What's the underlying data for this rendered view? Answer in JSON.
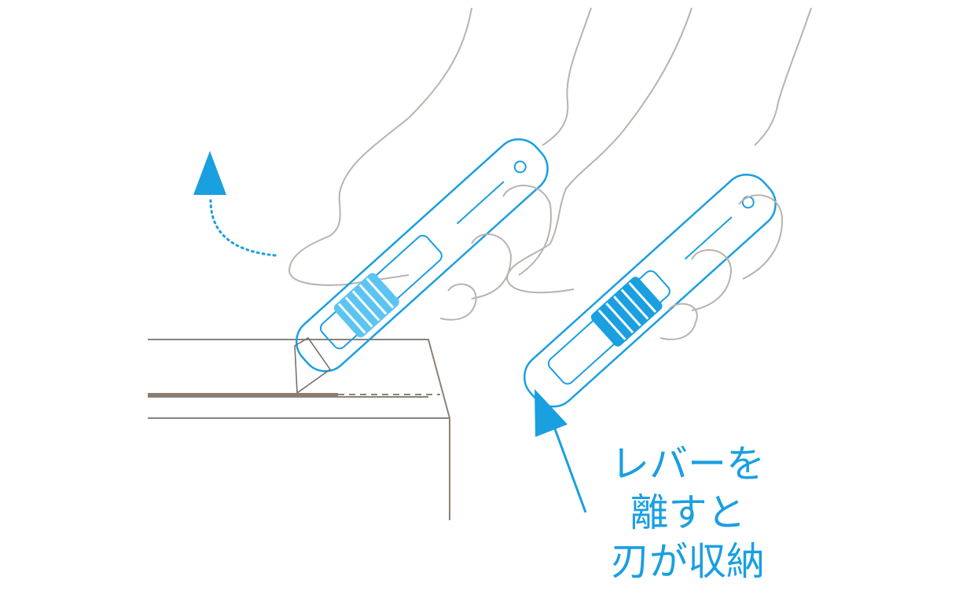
{
  "caption": {
    "line1": "レバーを",
    "line2": "離すと",
    "line3": "刃が収納"
  },
  "colors": {
    "accent": "#1a9fe0",
    "accent_light": "#5bc4f2",
    "line_gray": "#b4b0aa",
    "box_line": "#7a726b"
  }
}
